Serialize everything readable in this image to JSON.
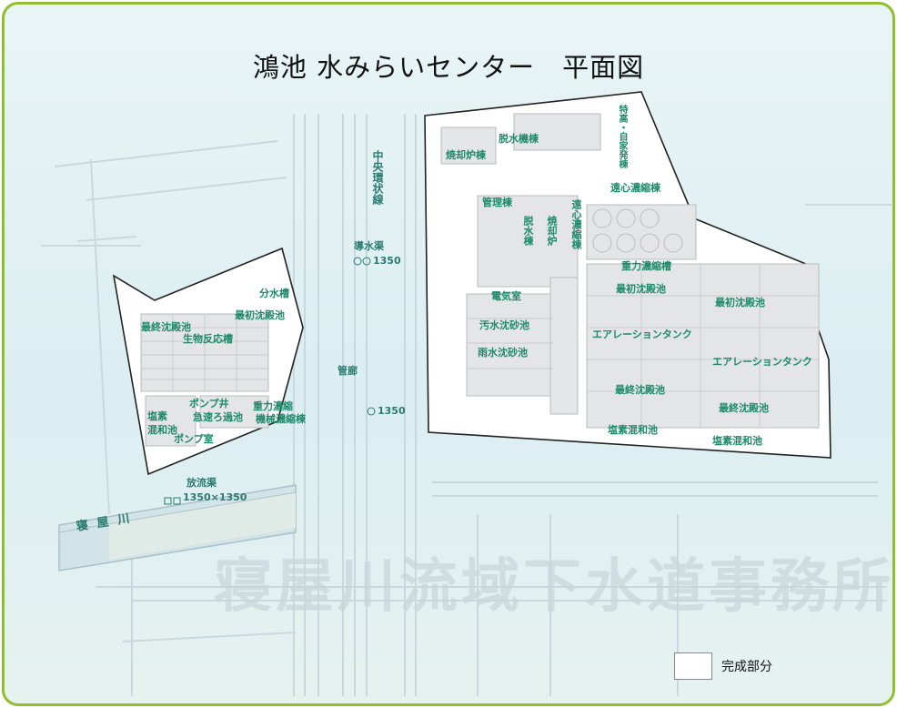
{
  "title": "鴻池 水みらいセンター　平面図",
  "legend": {
    "label": "完成部分",
    "swatch_color": "#ffffff"
  },
  "colors": {
    "frame": "#8fbf2a",
    "background": "#dbeef2",
    "label": "#1e8a6a"
  },
  "watermark": "寝屋川流域下水道事務所",
  "roads": {
    "ring_line": "中央環状線",
    "pump": "導水渠",
    "size1": "1350",
    "pipe_corridor": "管廊",
    "size2": "1350",
    "discharge": "放流渠",
    "size3": "1350×1350",
    "river": "寝屋川"
  },
  "west_facilities": {
    "distribution": "分水槽",
    "first_settling": "最初沈殿池",
    "final_settling": "最終沈殿池",
    "bioreactor": "生物反応槽",
    "chlorine": "塩素\n混和池",
    "pump_well": "ポンプ井",
    "rapid_filter": "急速ろ過池",
    "gravity_thickener": "重力濃縮",
    "mech_thickener": "機械濃縮棟",
    "pump_room": "ポンプ室"
  },
  "east_facilities": {
    "special_hv": "特高・自家発棟",
    "dewatering": "脱水機棟",
    "incinerator": "焼却炉棟",
    "centrifugal": "遠心濃縮棟",
    "admin": "管理棟",
    "dewater_v": "脱水棟",
    "incin_v": "焼却炉",
    "centri_v": "遠心濃縮棟",
    "gravity_thickener": "重力濃縮槽",
    "electrical": "電気室",
    "sewage_grit": "汚水沈砂池",
    "storm_grit": "雨水沈砂池",
    "first_settling_1": "最初沈殿池",
    "first_settling_2": "最初沈殿池",
    "aeration_1": "エアレーションタンク",
    "aeration_2": "エアレーションタンク",
    "final_settling_1": "最終沈殿池",
    "final_settling_2": "最終沈殿池",
    "chlorine_1": "塩素混和池",
    "chlorine_2": "塩素混和池"
  }
}
